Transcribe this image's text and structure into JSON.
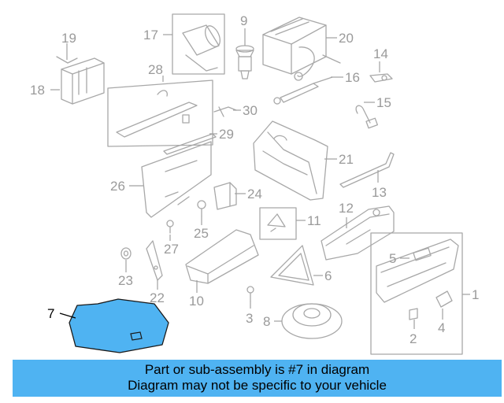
{
  "callouts": {
    "c1": "1",
    "c2": "2",
    "c3": "3",
    "c4": "4",
    "c5": "5",
    "c6": "6",
    "c7": "7",
    "c8": "8",
    "c9": "9",
    "c10": "10",
    "c11": "11",
    "c12": "12",
    "c13": "13",
    "c14": "14",
    "c15": "15",
    "c16": "16",
    "c17": "17",
    "c18": "18",
    "c19": "19",
    "c20": "20",
    "c21": "21",
    "c22": "22",
    "c23": "23",
    "c24": "24",
    "c25": "25",
    "c26": "26",
    "c27": "27",
    "c28": "28",
    "c29": "29",
    "c30": "30"
  },
  "highlight": {
    "part_number": "7",
    "color": "#4fb3f2"
  },
  "banner": {
    "line1": "Part or sub-assembly is #7 in diagram",
    "line2": "Diagram may not be specific to your vehicle"
  }
}
